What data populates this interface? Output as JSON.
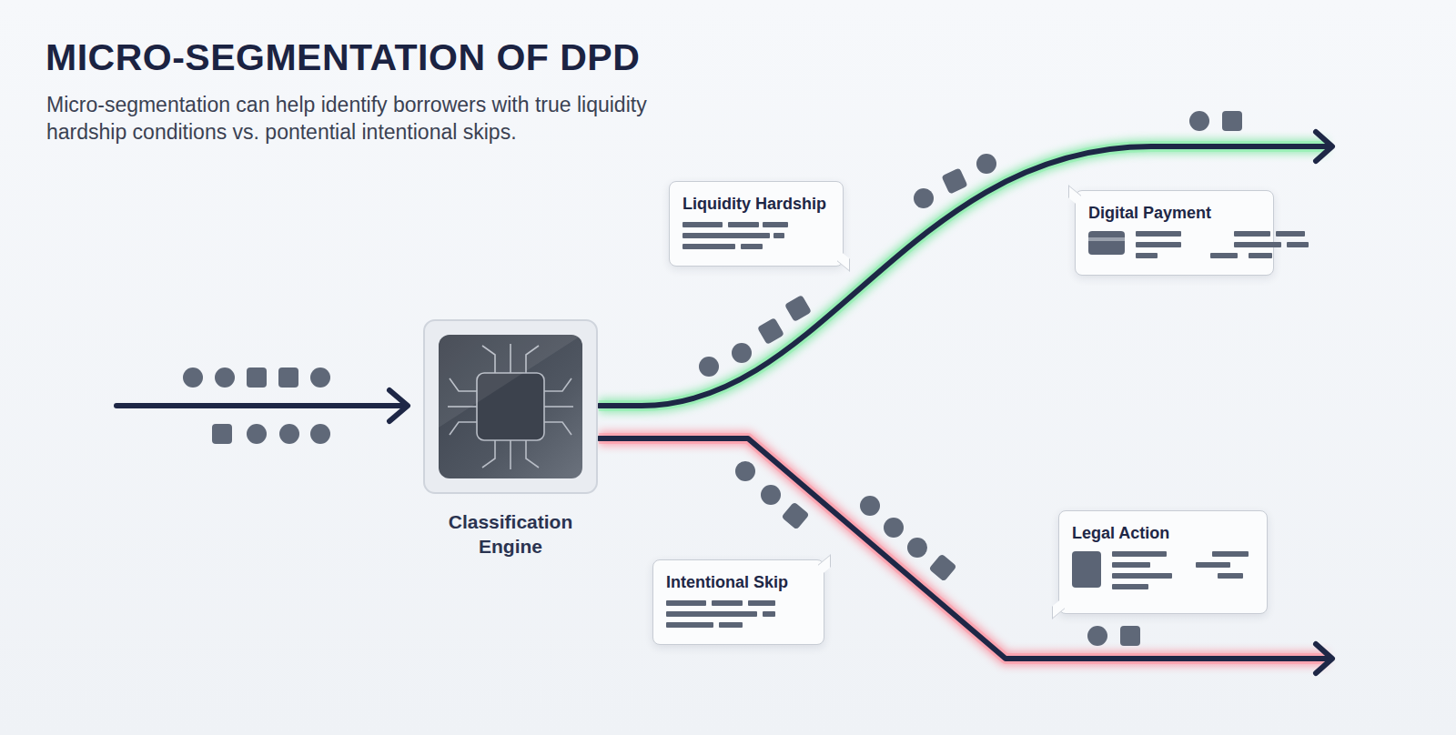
{
  "diagram": {
    "title": "MICRO-SEGMENTATION OF DPD",
    "caption": "Micro-segmentation can help identify borrowers with true liquidity hardship conditions vs. pontential intentional skips.",
    "nodes": [
      {
        "text": [
          "Classification Engine"
        ]
      },
      {
        "text": [
          "Liquidity Hardship"
        ]
      },
      {
        "text": [
          "Digital Payment"
        ]
      },
      {
        "text": [
          "Intentional Skip"
        ]
      },
      {
        "text": [
          "Legal Action"
        ]
      }
    ]
  }
}
